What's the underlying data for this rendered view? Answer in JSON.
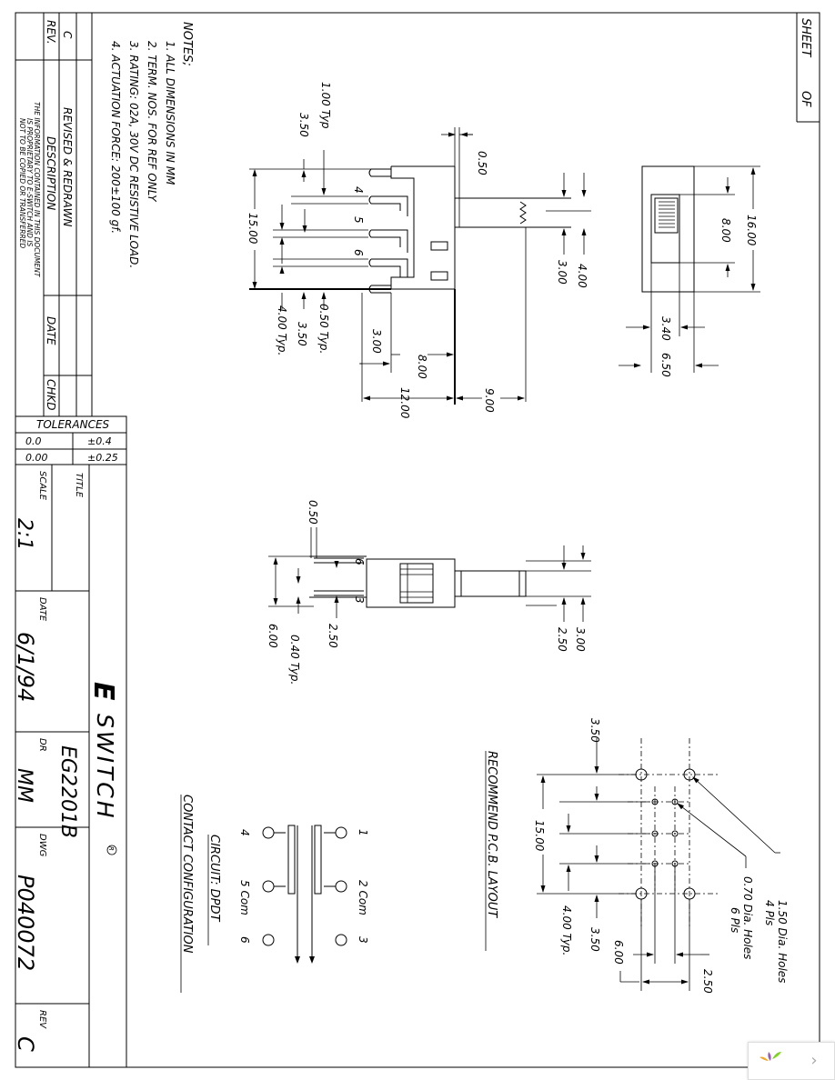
{
  "title_block": {
    "sheet_label": "SHEET",
    "of_label": "OF",
    "rev_header": "REV.",
    "rev_value": "C",
    "description_header": "DESCRIPTION",
    "description_value": "REVISED & REDRAWN",
    "date_header": "DATE",
    "chkd_header": "CHKD",
    "proprietary_note": [
      "THE INFORMATION CONTAINED IN THIS DOCUMENT",
      "IS PROPRIETARY TO E-SWITCH AND IS",
      "NOT TO BE COPIED OR TRANSFERRED"
    ],
    "tolerances_header": "TOLERANCES",
    "tol_row1_format": "0.0",
    "tol_row1_value": "±0.4",
    "tol_row2_format": "0.00",
    "tol_row2_value": "±0.25",
    "title_label": "TITLE",
    "company_letter": "E",
    "company_name": "SWITCH",
    "registered_mark": "R",
    "part_number": "EG2201B",
    "scale_label": "SCALE",
    "scale_value": "2:1",
    "date_label": "DATE",
    "date_value": "6/1/94",
    "dr_label": "DR",
    "dr_value": "MM",
    "dwg_label": "DWG",
    "dwg_value": "P040072",
    "rev_label": "REV",
    "rev_block_value": "C"
  },
  "notes": {
    "heading": "NOTES;",
    "items": [
      "1. ALL DIMENSIONS IN MM",
      "2. TERM. NOS. FOR REF ONLY",
      "3. RATING: 02A, 30V DC RESISTIVE LOAD.",
      "4. ACTUATION FORCE: 200±100 gf."
    ]
  },
  "side_view": {
    "dims": [
      "1.00 Typ",
      "3.50",
      "15.00",
      "0.50",
      "3.00",
      "4.00",
      "4.00 Typ.",
      "3.50",
      "0.50 Typ.",
      "3.00",
      "8.00",
      "12.00",
      "9.00"
    ],
    "terminal_labels": [
      "4",
      "5",
      "6"
    ]
  },
  "top_view": {
    "dims": [
      "16.00",
      "8.00",
      "3.40",
      "6.50"
    ]
  },
  "front_view": {
    "dims": [
      "0.50",
      "6.00",
      "0.40 Typ.",
      "2.50",
      "3.00",
      "2.50"
    ],
    "terminal_labels": [
      "6",
      "3"
    ]
  },
  "pcb_layout": {
    "title": "RECOMMEND P.C.B. LAYOUT",
    "dims": [
      "3.50",
      "15.00",
      "4.00 Typ.",
      "3.50",
      "6.00",
      "2.50"
    ],
    "callouts": [
      "1.50 Dia. Holes",
      "4 Pls",
      "0.70 Dia. Holes",
      "6 Pls"
    ]
  },
  "circuit": {
    "title": "CIRCUIT: DPDT",
    "subtitle": "CONTACT CONFIGURATION",
    "labels": [
      "1",
      "2 Com",
      "3",
      "4",
      "5 Com",
      "6"
    ]
  }
}
